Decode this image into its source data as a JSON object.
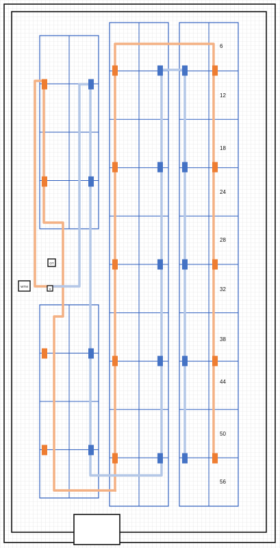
{
  "colors": {
    "grid_line": "#dcdcdc",
    "frame": "#111111",
    "blocks": "#2f5fbf",
    "orange_route": "#f4b184",
    "orange_marker": "#ee7d31",
    "blue_route": "#b4c7e7",
    "blue_marker": "#4472c4"
  },
  "equipment": {
    "box_label_1": "OT",
    "box_label_2": "WTM",
    "box_label_3": "X"
  },
  "row_labels": [
    "6",
    "12",
    "18",
    "24",
    "28",
    "32",
    "38",
    "44",
    "50",
    "56"
  ],
  "icons": {
    "panel": "rectangle",
    "marker": "vertical-tab"
  }
}
